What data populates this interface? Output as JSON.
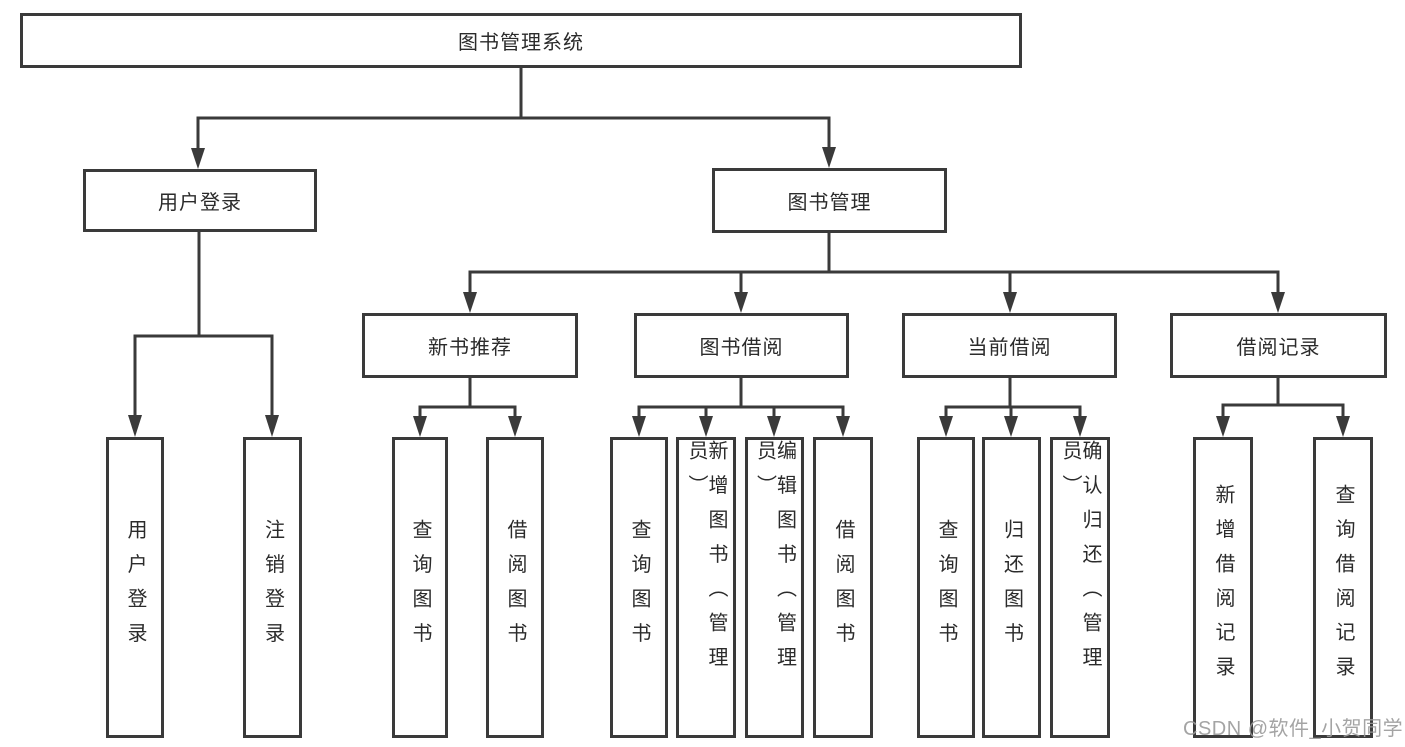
{
  "tree": {
    "root": "图书管理系统",
    "children": [
      {
        "label": "用户登录",
        "children": [
          {
            "label": "用户登录"
          },
          {
            "label": "注销登录"
          }
        ]
      },
      {
        "label": "图书管理",
        "children": [
          {
            "label": "新书推荐",
            "children": [
              {
                "label": "查询图书"
              },
              {
                "label": "借阅图书"
              }
            ]
          },
          {
            "label": "图书借阅",
            "children": [
              {
                "label": "查询图书"
              },
              {
                "label": "新增图书（管理员）"
              },
              {
                "label": "编辑图书（管理员）"
              },
              {
                "label": "借阅图书"
              }
            ]
          },
          {
            "label": "当前借阅",
            "children": [
              {
                "label": "查询图书"
              },
              {
                "label": "归还图书"
              },
              {
                "label": "确认归还（管理员）"
              }
            ]
          },
          {
            "label": "借阅记录",
            "children": [
              {
                "label": "新增借阅记录"
              },
              {
                "label": "查询借阅记录"
              }
            ]
          }
        ]
      }
    ]
  },
  "watermark": {
    "text": "CSDN @软件_小贺同学"
  },
  "colors": {
    "line": "#3a3a3a",
    "text": "#2b2b2b",
    "watermark": "#9b9b9b",
    "background": "#ffffff"
  }
}
